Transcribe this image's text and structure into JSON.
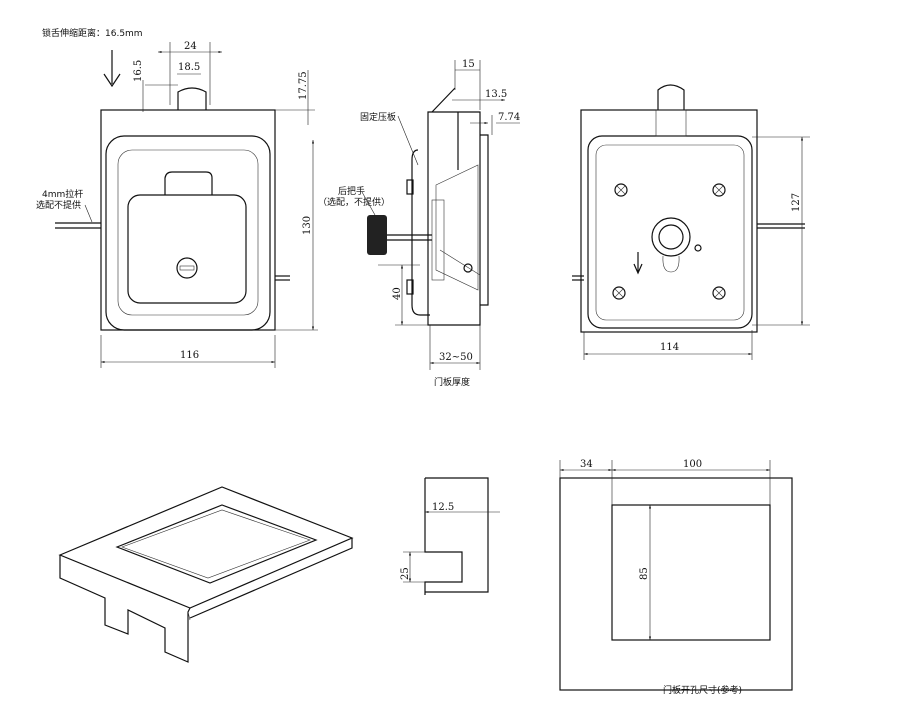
{
  "front_view": {
    "note": "锁舌伸缩距离：16.5mm",
    "dim_outer_tongue": "24",
    "dim_inner_tongue": "18.5",
    "dim_tongue_height": "16.5",
    "dim_top_offset": "17.75",
    "dim_height": "130",
    "dim_width": "116",
    "rod_label": "4mm拉杆",
    "rod_note": "选配不提供"
  },
  "side_view": {
    "plate_label": "固定压板",
    "handle_label": "后把手",
    "handle_note": "（选配，不提供）",
    "dim_15": "15",
    "dim_13_5": "13.5",
    "dim_7_74": "7.74",
    "dim_40": "40",
    "dim_thickness": "32~50",
    "thickness_label": "门板厚度"
  },
  "rear_view": {
    "dim_height": "127",
    "dim_width": "114"
  },
  "slot_view": {
    "dim_depth": "12.5",
    "dim_slot": "25"
  },
  "cutout_view": {
    "dim_offset": "34",
    "dim_width": "100",
    "dim_height": "85",
    "label": "门板开孔尺寸(参考)"
  }
}
